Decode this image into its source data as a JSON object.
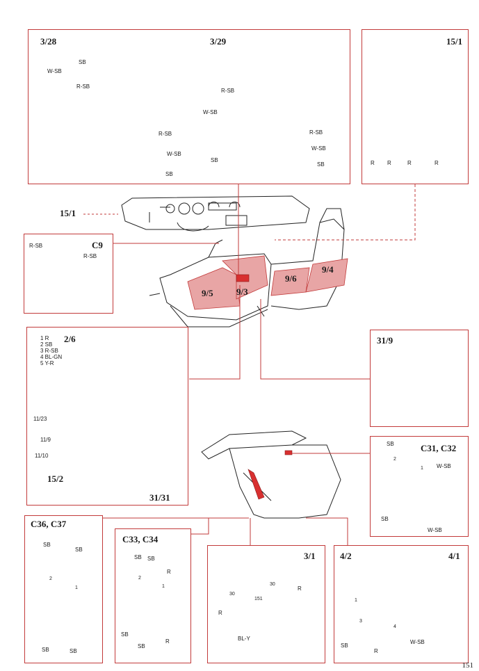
{
  "page_number": "151",
  "panels": {
    "p328": {
      "title": "3/28",
      "wires": [
        "W-SB",
        "SB",
        "R-SB",
        "R-SB",
        "W-SB",
        "SB"
      ]
    },
    "p329": {
      "title": "3/29",
      "wires": [
        "R-SB",
        "W-SB",
        "SB",
        "R-SB",
        "W-SB",
        "SB"
      ]
    },
    "p151": {
      "title": "15/1",
      "wires": [
        "R",
        "R",
        "R",
        "R"
      ]
    },
    "c9": {
      "title": "C9",
      "wires": [
        "R-SB",
        "R-SB"
      ]
    },
    "p26": {
      "title": "2/6",
      "legend": [
        "1 R",
        "2 SB",
        "3 R-SB",
        "4 BL-GN",
        "5 Y-R"
      ],
      "refs": [
        "11/23",
        "11/9",
        "11/10"
      ],
      "bottom_left": "15/2",
      "bottom_right": "31/31"
    },
    "p319": {
      "title": "31/9"
    },
    "c31": {
      "title": "C31, C32",
      "wires": [
        "SB",
        "W-SB",
        "SB",
        "W-SB"
      ],
      "pins": [
        "2",
        "1"
      ]
    },
    "c36": {
      "title": "C36, C37",
      "wires": [
        "SB",
        "SB",
        "SB",
        "SB"
      ],
      "pins": [
        "2",
        "1"
      ]
    },
    "c33": {
      "title": "C33, C34",
      "wires": [
        "SB",
        "SB",
        "R",
        "SB",
        "SB",
        "R"
      ],
      "pins": [
        "2",
        "1"
      ]
    },
    "p31": {
      "title": "3/1",
      "wires": [
        "R",
        "R",
        "BL-Y"
      ],
      "pins": [
        "30",
        "30",
        "151"
      ]
    },
    "p42": {
      "title_left": "4/2",
      "title_right": "4/1",
      "wires": [
        "SB",
        "R",
        "W-SB"
      ],
      "pins": [
        "1",
        "3",
        "4"
      ]
    }
  },
  "car": {
    "callout": "15/1",
    "zones": [
      "9/5",
      "9/3",
      "9/6",
      "9/4"
    ]
  },
  "colors": {
    "frame": "#c23a3a",
    "zone": "#e8a5a5",
    "accent": "#d83030"
  }
}
